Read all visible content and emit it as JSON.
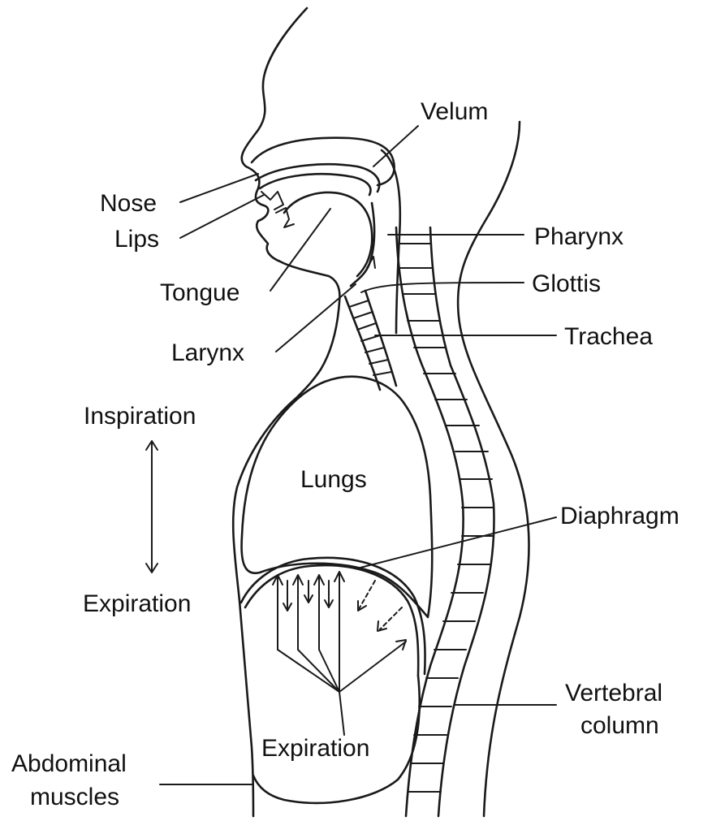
{
  "diagram": {
    "labels": {
      "velum": "Velum",
      "nose": "Nose",
      "lips": "Lips",
      "pharynx": "Pharynx",
      "glottis": "Glottis",
      "tongue": "Tongue",
      "larynx": "Larynx",
      "trachea": "Trachea",
      "inspiration": "Inspiration",
      "lungs": "Lungs",
      "diaphragm": "Diaphragm",
      "expiration_left": "Expiration",
      "vertebral_line1": "Vertebral",
      "vertebral_line2": "column",
      "expiration_center": "Expiration",
      "abdominal_line1": "Abdominal",
      "abdominal_line2": "muscles"
    },
    "colors": {
      "line": "#1a1a1a",
      "background": "#ffffff"
    }
  }
}
